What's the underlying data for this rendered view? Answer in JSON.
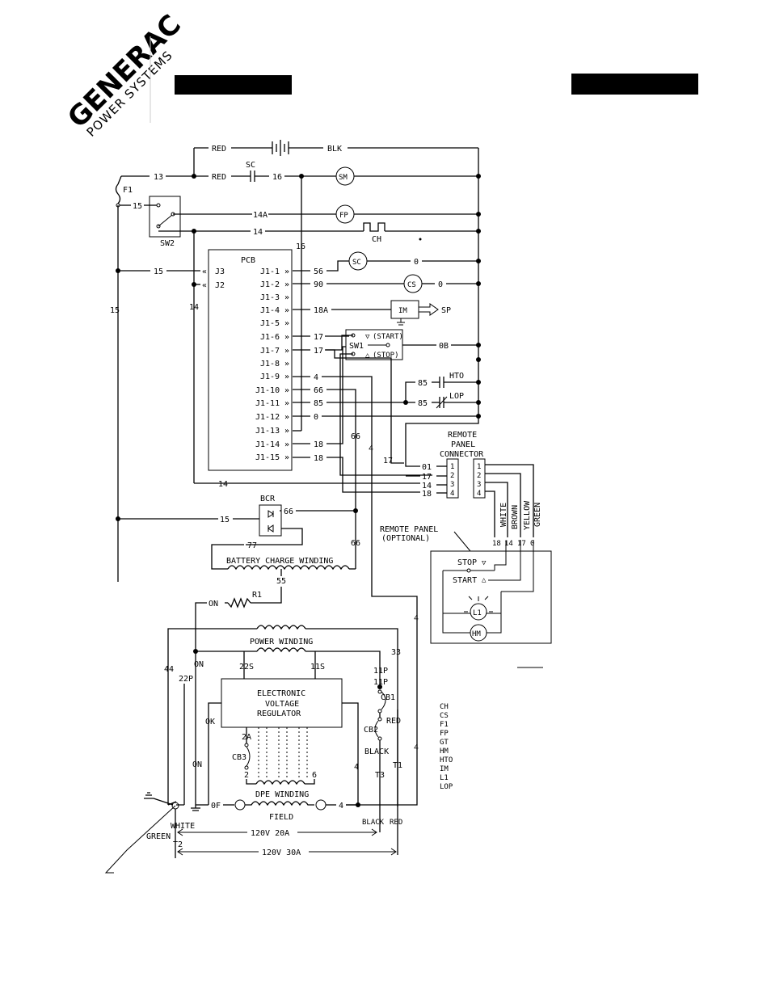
{
  "logo": {
    "brand": "GENERAC",
    "subtitle": "POWER SYSTEMS"
  },
  "wires": {
    "red": "RED",
    "blk": "BLK",
    "n13": "13",
    "n16": "16",
    "n15": "15",
    "n14a": "14A",
    "n14": "14",
    "n56": "56",
    "n90": "90",
    "n0": "0",
    "n18a": "18A",
    "n17": "17",
    "n0b": "0B",
    "n4": "4",
    "n66": "66",
    "n85": "85",
    "n18": "18",
    "n01": "01",
    "n77": "77",
    "n55": "55",
    "on": "ON",
    "n33": "33",
    "n44": "44",
    "n22p": "22P",
    "n22s": "22S",
    "n11s": "11S",
    "n11p": "11P",
    "ok": "OK",
    "n2a": "2A",
    "n2": "2",
    "n6": "6",
    "of": "0F",
    "t1": "T1",
    "t2": "T2",
    "t3": "T3"
  },
  "components": {
    "sc": "SC",
    "sm": "SM",
    "f1": "F1",
    "sw2": "SW2",
    "fp": "FP",
    "ch": "CH",
    "pcb": "PCB",
    "j3": "J3",
    "j2": "J2",
    "cs": "CS",
    "im": "IM",
    "sp": "SP",
    "sw1": "SW1",
    "start": "(START)",
    "stop": "(STOP)",
    "hto": "HTO",
    "lop": "LOP",
    "bcr": "BCR",
    "r1": "R1",
    "cb1": "CB1",
    "cb2": "CB2",
    "cb3": "CB3",
    "l1": "L1",
    "hm": "HM",
    "remote_stop": "STOP",
    "remote_start": "START"
  },
  "pins": [
    "J1-1",
    "J1-2",
    "J1-3",
    "J1-4",
    "J1-5",
    "J1-6",
    "J1-7",
    "J1-8",
    "J1-9",
    "J1-10",
    "J1-11",
    "J1-12",
    "J1-13",
    "J1-14",
    "J1-15"
  ],
  "labels": {
    "remote_connector": [
      "REMOTE",
      "PANEL",
      "CONNECTOR"
    ],
    "remote_panel": [
      "REMOTE PANEL",
      "(OPTIONAL)"
    ],
    "battery_winding": "BATTERY CHARGE WINDING",
    "power_winding": "POWER WINDING",
    "regulator": [
      "ELECTRONIC",
      "VOLTAGE",
      "REGULATOR"
    ],
    "dpe_winding": "DPE WINDING",
    "field": "FIELD",
    "v20": "120V 20A",
    "v30": "120V 30A",
    "white": "WHITE",
    "green": "GREEN",
    "black": "BLACK",
    "red_lead": "RED",
    "brown": "BROWN",
    "yellow": "YELLOW",
    "conn_nums": [
      "1",
      "2",
      "3",
      "4"
    ]
  },
  "legend": [
    "CH",
    "CS",
    "F1",
    "FP",
    "GT",
    "HM",
    "HTO",
    "IM",
    "L1",
    "LOP"
  ]
}
